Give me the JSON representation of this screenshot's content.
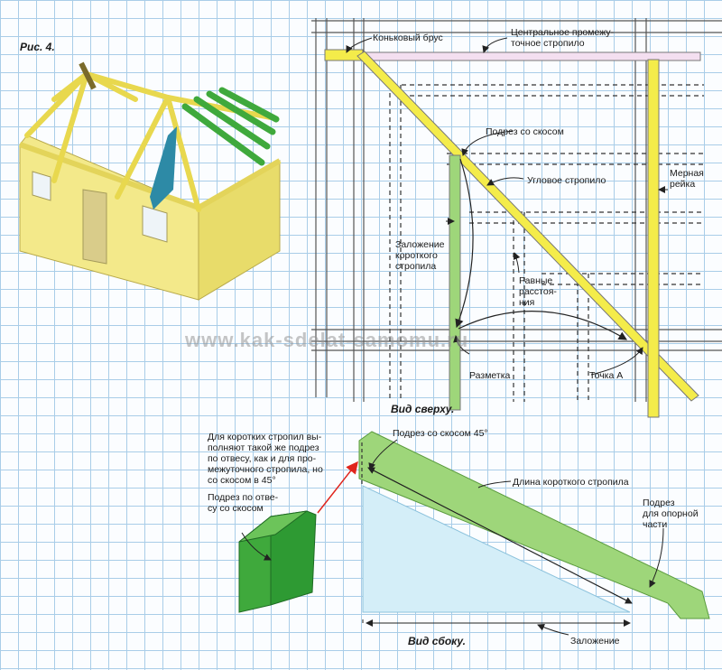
{
  "figure": {
    "label": "Рис. 4."
  },
  "watermark": "www.kak-sdelat-samomu.ru",
  "top_view": {
    "title": "Вид сверху.",
    "labels": {
      "ridge": "Коньковый брус",
      "central_rafter": "Центральное промежу-\nточное стропило",
      "bevel_cut": "Подрез со скосом",
      "hip_rafter": "Угловое стропило",
      "measuring_rod": "Мерная\nрейка",
      "short_run": "Заложение\nкороткого\nстропила",
      "equal_dist": "Равные\nрасстоя-\nния",
      "marking": "Разметка",
      "point_a": "Точка А"
    }
  },
  "side_view": {
    "title": "Вид сбоку.",
    "note": "Для коротких стропил вы-\nполняют такой же подрез\nпо отвесу, как и для про-\nмежуточного стропила, но\nсо скосом в 45°",
    "plumb_cut": "Подрез по отве-\nсу со скосом",
    "bevel45": "Подрез со скосом 45°",
    "short_length": "Длина короткого стропила",
    "seat_cut": "Подрез\nдля опорной\nчасти",
    "run": "Заложение"
  },
  "colors": {
    "yellow": "#f4ec4a",
    "green": "#3fa93c",
    "light_green": "#9ed67a",
    "wall": "#f3e98a",
    "dash": "#333333",
    "red": "#e0241c"
  }
}
